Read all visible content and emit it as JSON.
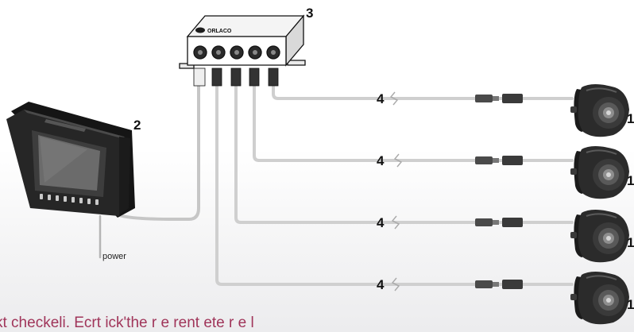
{
  "labels": {
    "monitor": "2",
    "junction_box": "3",
    "cable": "4",
    "camera": "1",
    "power": "power",
    "brand": "ORLACO"
  },
  "caption": "kt checkeli. Ecrt ick'the r    e rent ete r e l",
  "colors": {
    "caption": "#a0355a",
    "cable": "#c8c8c8",
    "device": "#2b2b2b"
  }
}
